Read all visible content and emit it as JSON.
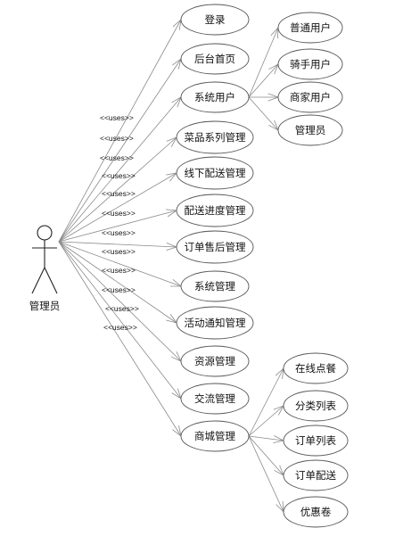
{
  "actor": {
    "label": "管理员"
  },
  "stereotype": "<<uses>>",
  "use_cases": [
    {
      "id": "login",
      "label": "登录"
    },
    {
      "id": "backend-home",
      "label": "后台首页"
    },
    {
      "id": "system-users",
      "label": "系统用户"
    },
    {
      "id": "dish-series",
      "label": "菜品系列管理"
    },
    {
      "id": "offline-delivery",
      "label": "线下配送管理"
    },
    {
      "id": "delivery-progress",
      "label": "配送进度管理"
    },
    {
      "id": "order-after-sales",
      "label": "订单售后管理"
    },
    {
      "id": "system-management",
      "label": "系统管理"
    },
    {
      "id": "activity-notice",
      "label": "活动通知管理"
    },
    {
      "id": "resource-management",
      "label": "资源管理"
    },
    {
      "id": "communication",
      "label": "交流管理"
    },
    {
      "id": "mall-management",
      "label": "商城管理"
    }
  ],
  "sub_cases": {
    "system-users": [
      {
        "id": "normal-user",
        "label": "普通用户"
      },
      {
        "id": "rider-user",
        "label": "骑手用户"
      },
      {
        "id": "merchant-user",
        "label": "商家用户"
      },
      {
        "id": "administrator",
        "label": "管理员"
      }
    ],
    "mall-management": [
      {
        "id": "online-order",
        "label": "在线点餐"
      },
      {
        "id": "category-list",
        "label": "分类列表"
      },
      {
        "id": "order-list",
        "label": "订单列表"
      },
      {
        "id": "order-delivery",
        "label": "订单配送"
      },
      {
        "id": "coupon",
        "label": "优惠卷"
      }
    ]
  }
}
